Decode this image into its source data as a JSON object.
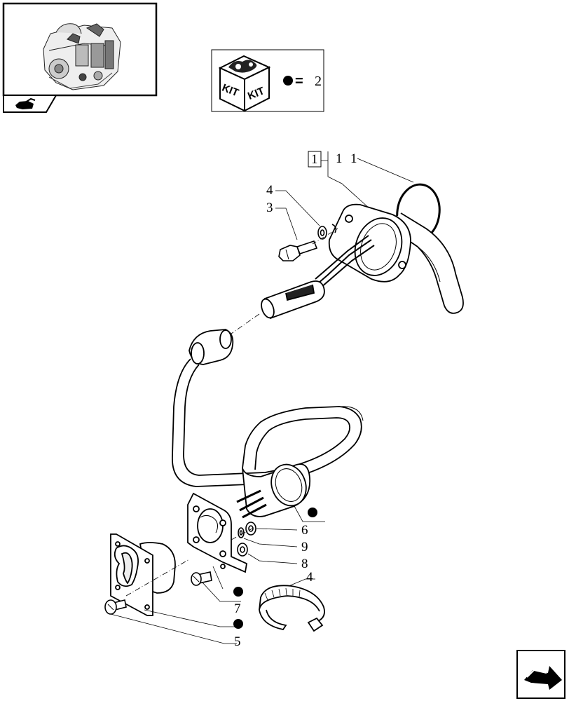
{
  "kit_legend": {
    "kit_word_left": "KIT",
    "kit_word_right": "KIT",
    "equals": "=",
    "count": "2"
  },
  "callouts": {
    "box_ref": "1",
    "ref_1a": "1",
    "ref_1b": "1",
    "ref_4_top": "4",
    "ref_3": "3",
    "ref_6": "6",
    "ref_9": "9",
    "ref_8": "8",
    "ref_4_bottom": "4",
    "ref_7": "7",
    "ref_5": "5"
  },
  "icons": {
    "thumbnail": "engine-thumbnail-icon",
    "thumbnail_tab": "book-tab-icon",
    "kit": "kit-box-icon",
    "kit_marker": "kit-dot-marker",
    "nav": "next-page-arrow-icon"
  },
  "colors": {
    "ink": "#000000",
    "background": "#ffffff"
  }
}
